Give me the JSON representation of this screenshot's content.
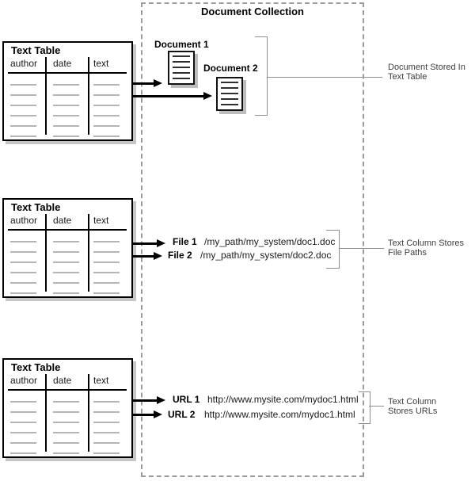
{
  "diagram_title": "Document Collection",
  "tables": [
    {
      "title": "Text Table",
      "headers": [
        "author",
        "date",
        "text"
      ]
    },
    {
      "title": "Text Table",
      "headers": [
        "author",
        "date",
        "text"
      ]
    },
    {
      "title": "Text Table",
      "headers": [
        "author",
        "date",
        "text"
      ]
    }
  ],
  "documents": [
    {
      "label": "Document 1"
    },
    {
      "label": "Document 2"
    }
  ],
  "files": [
    {
      "label": "File 1",
      "path": "/my_path/my_system/doc1.doc"
    },
    {
      "label": "File 2",
      "path": "/my_path/my_system/doc2.doc"
    }
  ],
  "urls": [
    {
      "label": "URL 1",
      "url": "http://www.mysite.com/mydoc1.html"
    },
    {
      "label": "URL 2",
      "url": "http://www.mysite.com/mydoc1.html"
    }
  ],
  "annotations": [
    {
      "line1": "Document Stored In",
      "line2": "Text Table"
    },
    {
      "line1": "Text Column Stores",
      "line2": "File Paths"
    },
    {
      "line1": "Text Column",
      "line2": "Stores URLs"
    }
  ],
  "colors": {
    "line_black": "#000000",
    "row_dash_gray": "#b5b5b5",
    "table_shadow_gray": "#c6c6c6",
    "dashed_border_gray": "#9c9c9c",
    "leader_gray": "#8e8e8e",
    "annotation_text": "#3d3d3d"
  }
}
